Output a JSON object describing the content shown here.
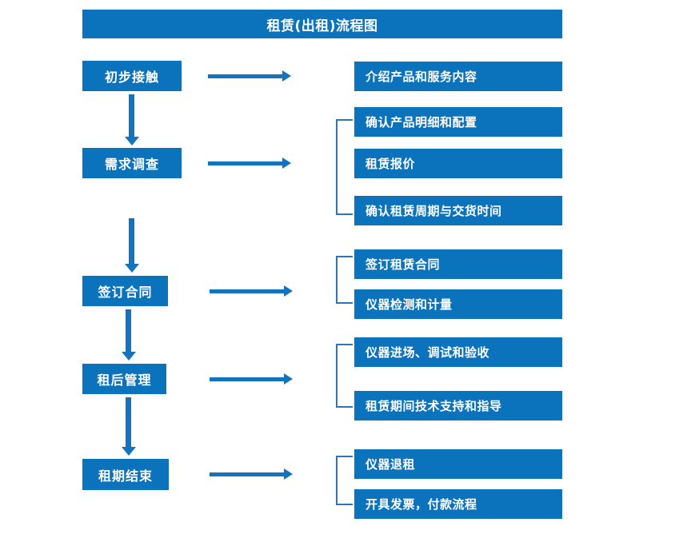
{
  "document": {
    "title": "租赁(出租)流程图",
    "type": "flowchart"
  },
  "colors": {
    "box_fill": "#0B72BC",
    "box_text": "#FFFFFF",
    "arrow": "#1273BE",
    "bracket": "#2E75B6",
    "background": "#FFFFFF"
  },
  "header": {
    "title": "租赁(出租)流程图"
  },
  "stages": [
    {
      "id": "stage-1",
      "label": "初步接触"
    },
    {
      "id": "stage-2",
      "label": "需求调查"
    },
    {
      "id": "stage-3",
      "label": "签订合同"
    },
    {
      "id": "stage-4",
      "label": "租后管理"
    },
    {
      "id": "stage-5",
      "label": "租期结束"
    }
  ],
  "details": [
    {
      "id": "detail-1",
      "label": "介绍产品和服务内容",
      "stage": "初步接触"
    },
    {
      "id": "detail-2",
      "label": "确认产品明细和配置",
      "stage": "需求调查"
    },
    {
      "id": "detail-3",
      "label": "租赁报价",
      "stage": "需求调查"
    },
    {
      "id": "detail-4",
      "label": "确认租赁周期与交货时间",
      "stage": "需求调查"
    },
    {
      "id": "detail-5",
      "label": "签订租赁合同",
      "stage": "签订合同"
    },
    {
      "id": "detail-6",
      "label": "仪器检测和计量",
      "stage": "签订合同"
    },
    {
      "id": "detail-7",
      "label": "仪器进场、调试和验收",
      "stage": "租后管理"
    },
    {
      "id": "detail-8",
      "label": "租赁期间技术支持和指导",
      "stage": "租后管理"
    },
    {
      "id": "detail-9",
      "label": "仪器退租",
      "stage": "租期结束"
    },
    {
      "id": "detail-10",
      "label": "开具发票，付款流程",
      "stage": "租期结束"
    }
  ],
  "connectors": {
    "horizontal_arrows": 5,
    "vertical_arrows": 4,
    "brackets": 4
  }
}
